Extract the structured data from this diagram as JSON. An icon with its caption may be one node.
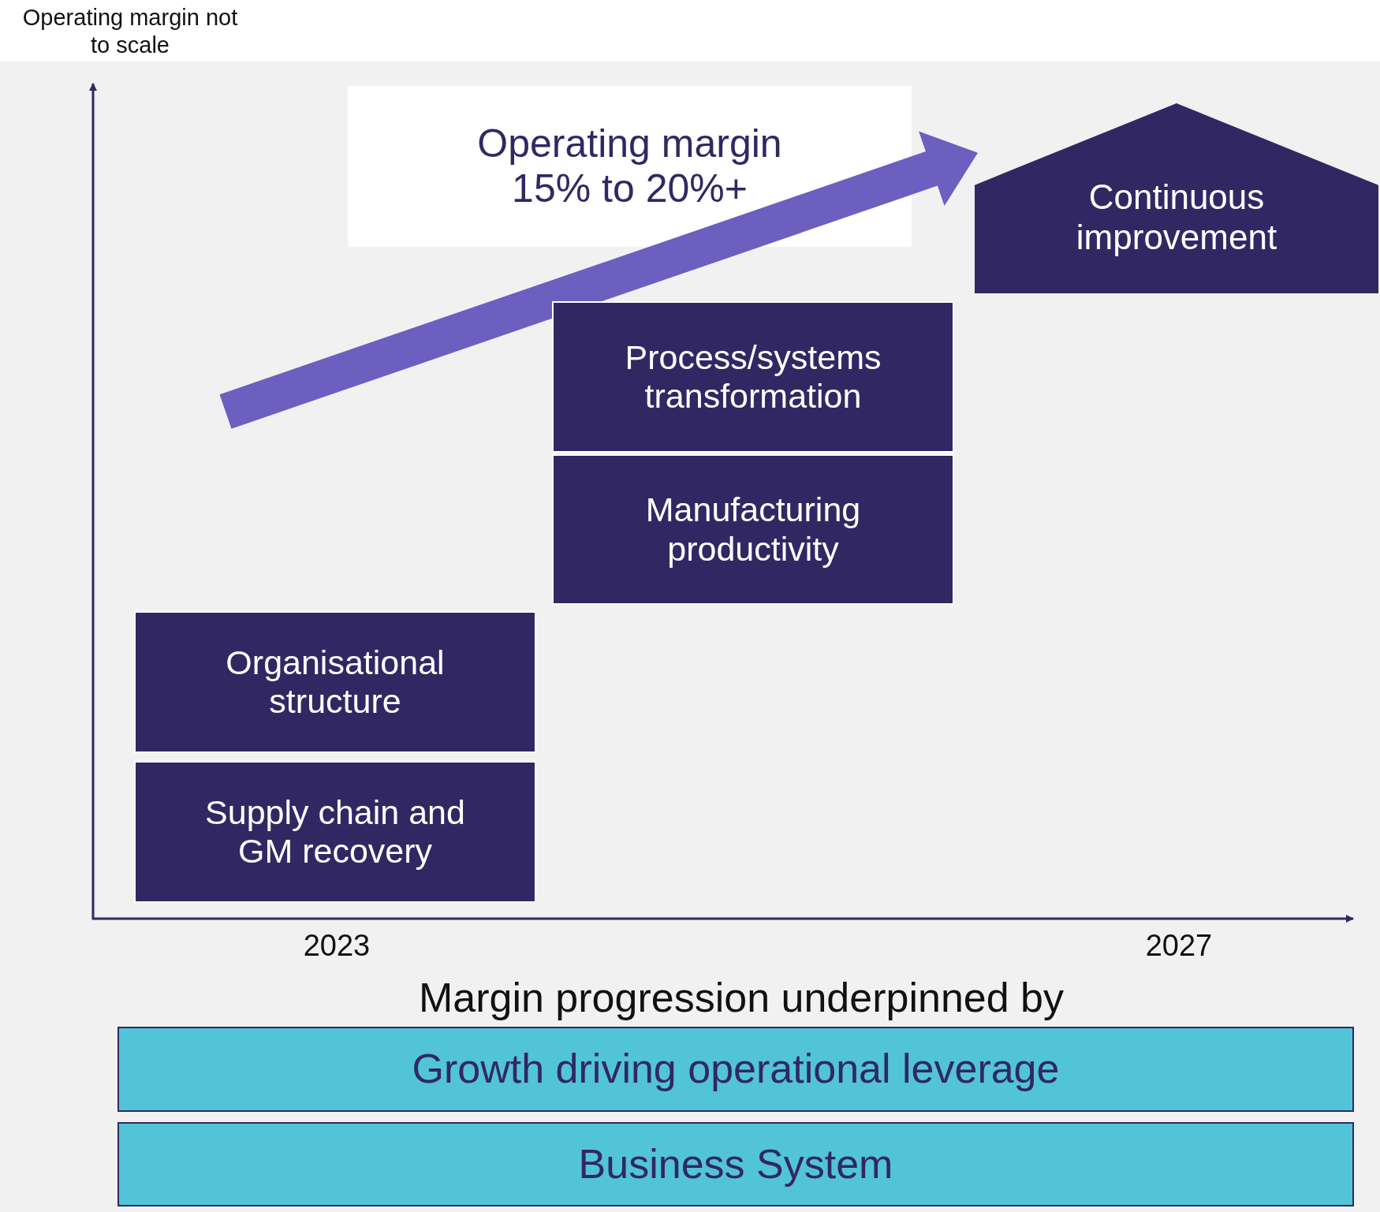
{
  "diagram": {
    "nodes": [
      {
        "text": [
          "Operating margin 15% to 20%+"
        ]
      },
      {
        "text": [
          "Continuous improvement"
        ]
      },
      {
        "text": [
          "Process/systems transformation"
        ]
      },
      {
        "text": [
          "Manufacturing productivity"
        ]
      },
      {
        "text": [
          "Organisational structure"
        ]
      },
      {
        "text": [
          "Supply chain and GM recovery"
        ]
      },
      {
        "text": [
          "Growth driving operational leverage"
        ]
      },
      {
        "text": [
          "Business System"
        ]
      }
    ],
    "edges": [
      {
        "from": null,
        "to": 1,
        "arrow": "to"
      }
    ],
    "labels": [
      "Operating margin not to scale",
      "2023",
      "2027",
      "Margin progression underpinned by"
    ]
  }
}
